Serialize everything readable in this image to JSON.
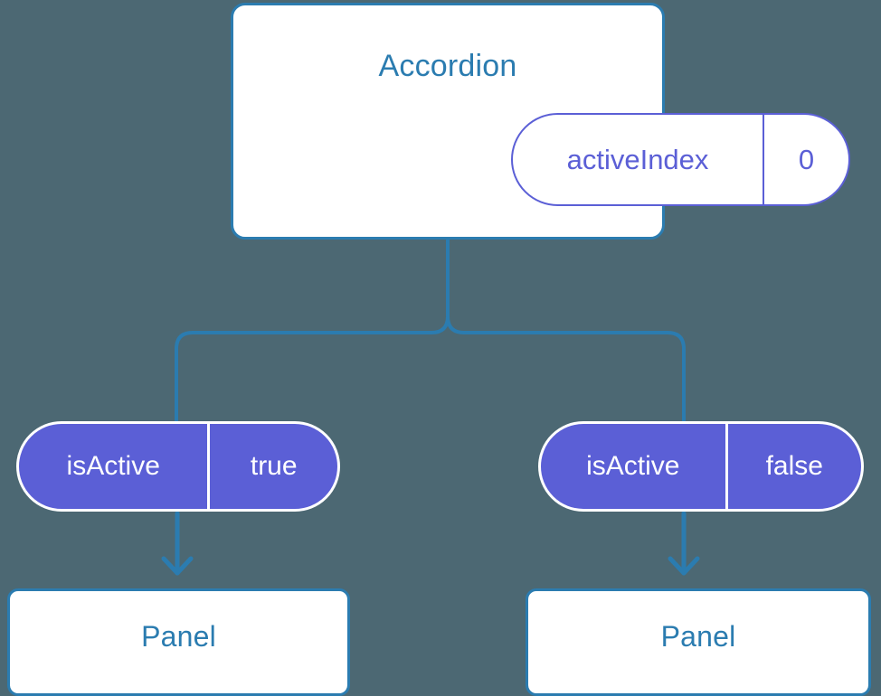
{
  "diagram": {
    "type": "component-tree",
    "background_color": "#4c6873",
    "accent_blue": "#2b7cb0",
    "accent_purple": "#5b5fd6",
    "root": {
      "title": "Accordion",
      "prop": {
        "key": "activeIndex",
        "value": "0"
      }
    },
    "branches": [
      {
        "side": "left",
        "prop": {
          "key": "isActive",
          "value": "true"
        },
        "child": {
          "title": "Panel"
        }
      },
      {
        "side": "right",
        "prop": {
          "key": "isActive",
          "value": "false"
        },
        "child": {
          "title": "Panel"
        }
      }
    ]
  }
}
